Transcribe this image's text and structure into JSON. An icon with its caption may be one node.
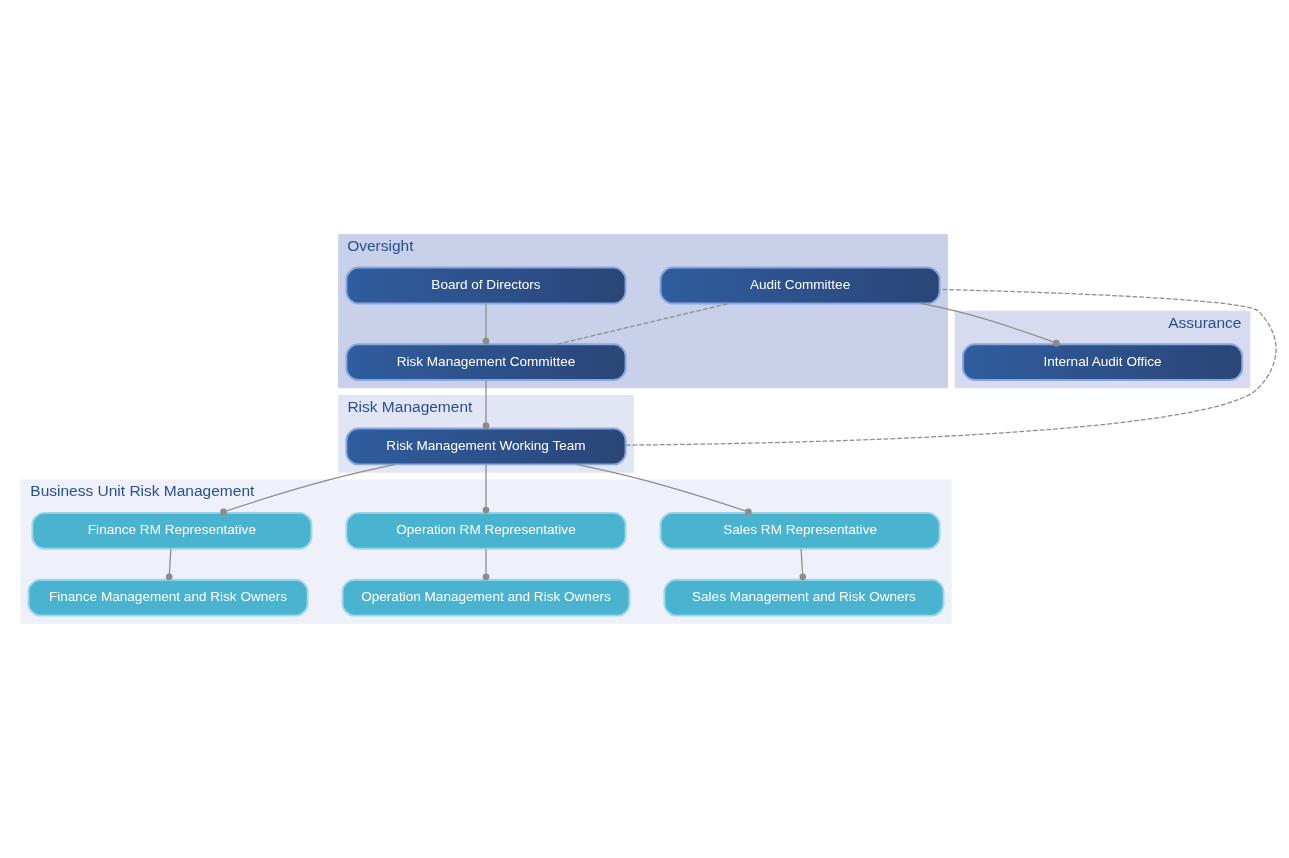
{
  "diagram": {
    "nodes": [
      {
        "text": [
          "Oversight"
        ]
      },
      {
        "text": [
          "Board of Directors"
        ],
        "in": 0
      },
      {
        "text": [
          "Risk Management Committee"
        ],
        "in": 0
      },
      {
        "text": [
          "Audit Committee"
        ],
        "in": 0
      },
      {
        "text": [
          "Assurance"
        ]
      },
      {
        "text": [
          "Internal Audit Office"
        ],
        "in": 4
      },
      {
        "text": [
          "Risk Management"
        ]
      },
      {
        "text": [
          "Risk Management Working Team"
        ],
        "in": 6
      },
      {
        "text": [
          "Business Unit Risk Management"
        ]
      },
      {
        "text": [
          "Finance RM Representative"
        ],
        "in": 8
      },
      {
        "text": [
          "Operation RM Representative"
        ],
        "in": 8
      },
      {
        "text": [
          "Sales RM Representative"
        ],
        "in": 8
      },
      {
        "text": [
          "Finance Management and Risk Owners"
        ],
        "in": 8
      },
      {
        "text": [
          "Operation Management and Risk Owners"
        ],
        "in": 8
      },
      {
        "text": [
          "Sales Management and Risk Owners"
        ],
        "in": 8
      }
    ],
    "edges": [
      {
        "from": 1,
        "to": 2,
        "arrow": "other"
      },
      {
        "from": 2,
        "to": 7,
        "arrow": "other"
      },
      {
        "from": 3,
        "to": 5,
        "arrow": "other"
      },
      {
        "from": 2,
        "to": 3,
        "arrow": "none",
        "style": "dashed"
      },
      {
        "from": 7,
        "to": 3,
        "arrow": "none",
        "style": "dashed"
      },
      {
        "from": 7,
        "to": 9,
        "arrow": "other"
      },
      {
        "from": 7,
        "to": 10,
        "arrow": "other"
      },
      {
        "from": 7,
        "to": 11,
        "arrow": "other"
      },
      {
        "from": 9,
        "to": 12,
        "arrow": "other"
      },
      {
        "from": 10,
        "to": 13,
        "arrow": "other"
      },
      {
        "from": 11,
        "to": 14,
        "arrow": "other"
      }
    ]
  }
}
